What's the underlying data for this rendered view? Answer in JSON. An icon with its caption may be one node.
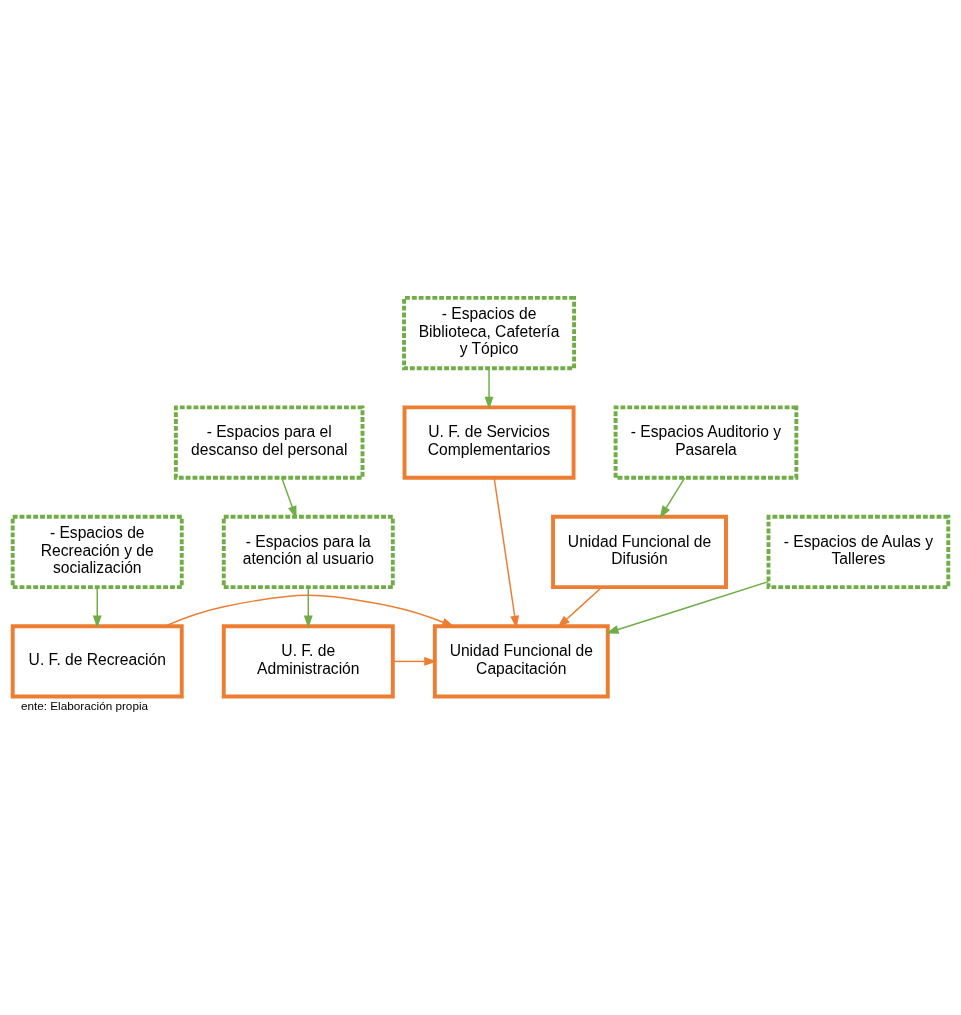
{
  "diagram": {
    "caption": "ente: Elaboración propia",
    "nodes": [
      {
        "text": [
          "- Espacios Auditorio y Pasarela"
        ]
      },
      {
        "text": [
          "Unidad Funcional de Difusión"
        ]
      },
      {
        "text": [
          "U. F. de Recreación"
        ]
      },
      {
        "text": [
          "Unidad Funcional de Capacitación"
        ]
      },
      {
        "text": [
          "U. F. de Administración"
        ]
      },
      {
        "text": [
          "- Espacios de Recreación y de socialización"
        ]
      },
      {
        "text": [
          "- Espacios de Aulas y Talleres"
        ]
      },
      {
        "text": [
          "- Espacios para la atención al usuario"
        ]
      },
      {
        "text": [
          "U. F. de Servicios Complementarios"
        ]
      },
      {
        "text": [
          "- Espacios para el descanso del personal"
        ]
      },
      {
        "text": [
          "- Espacios de Biblioteca, Cafetería y Tópico"
        ]
      }
    ],
    "edges": [
      {
        "from": 0,
        "to": 1,
        "arrow": "to"
      },
      {
        "from": 1,
        "to": 3,
        "arrow": "to",
        "color": "#ed7d31"
      },
      {
        "from": 2,
        "to": 3,
        "arrow": "to",
        "color": "#ed7d31"
      },
      {
        "from": 4,
        "to": 3,
        "arrow": "to",
        "color": "#ed7d31"
      },
      {
        "from": 5,
        "to": 2,
        "arrow": "to"
      },
      {
        "from": 6,
        "to": 3,
        "arrow": "to"
      },
      {
        "from": 7,
        "to": 4,
        "arrow": "to"
      },
      {
        "from": 9,
        "to": 7,
        "arrow": "to"
      },
      {
        "from": 8,
        "to": 3,
        "arrow": "to",
        "color": "#ed7d31"
      },
      {
        "from": 10,
        "to": 8,
        "arrow": "to"
      }
    ]
  }
}
